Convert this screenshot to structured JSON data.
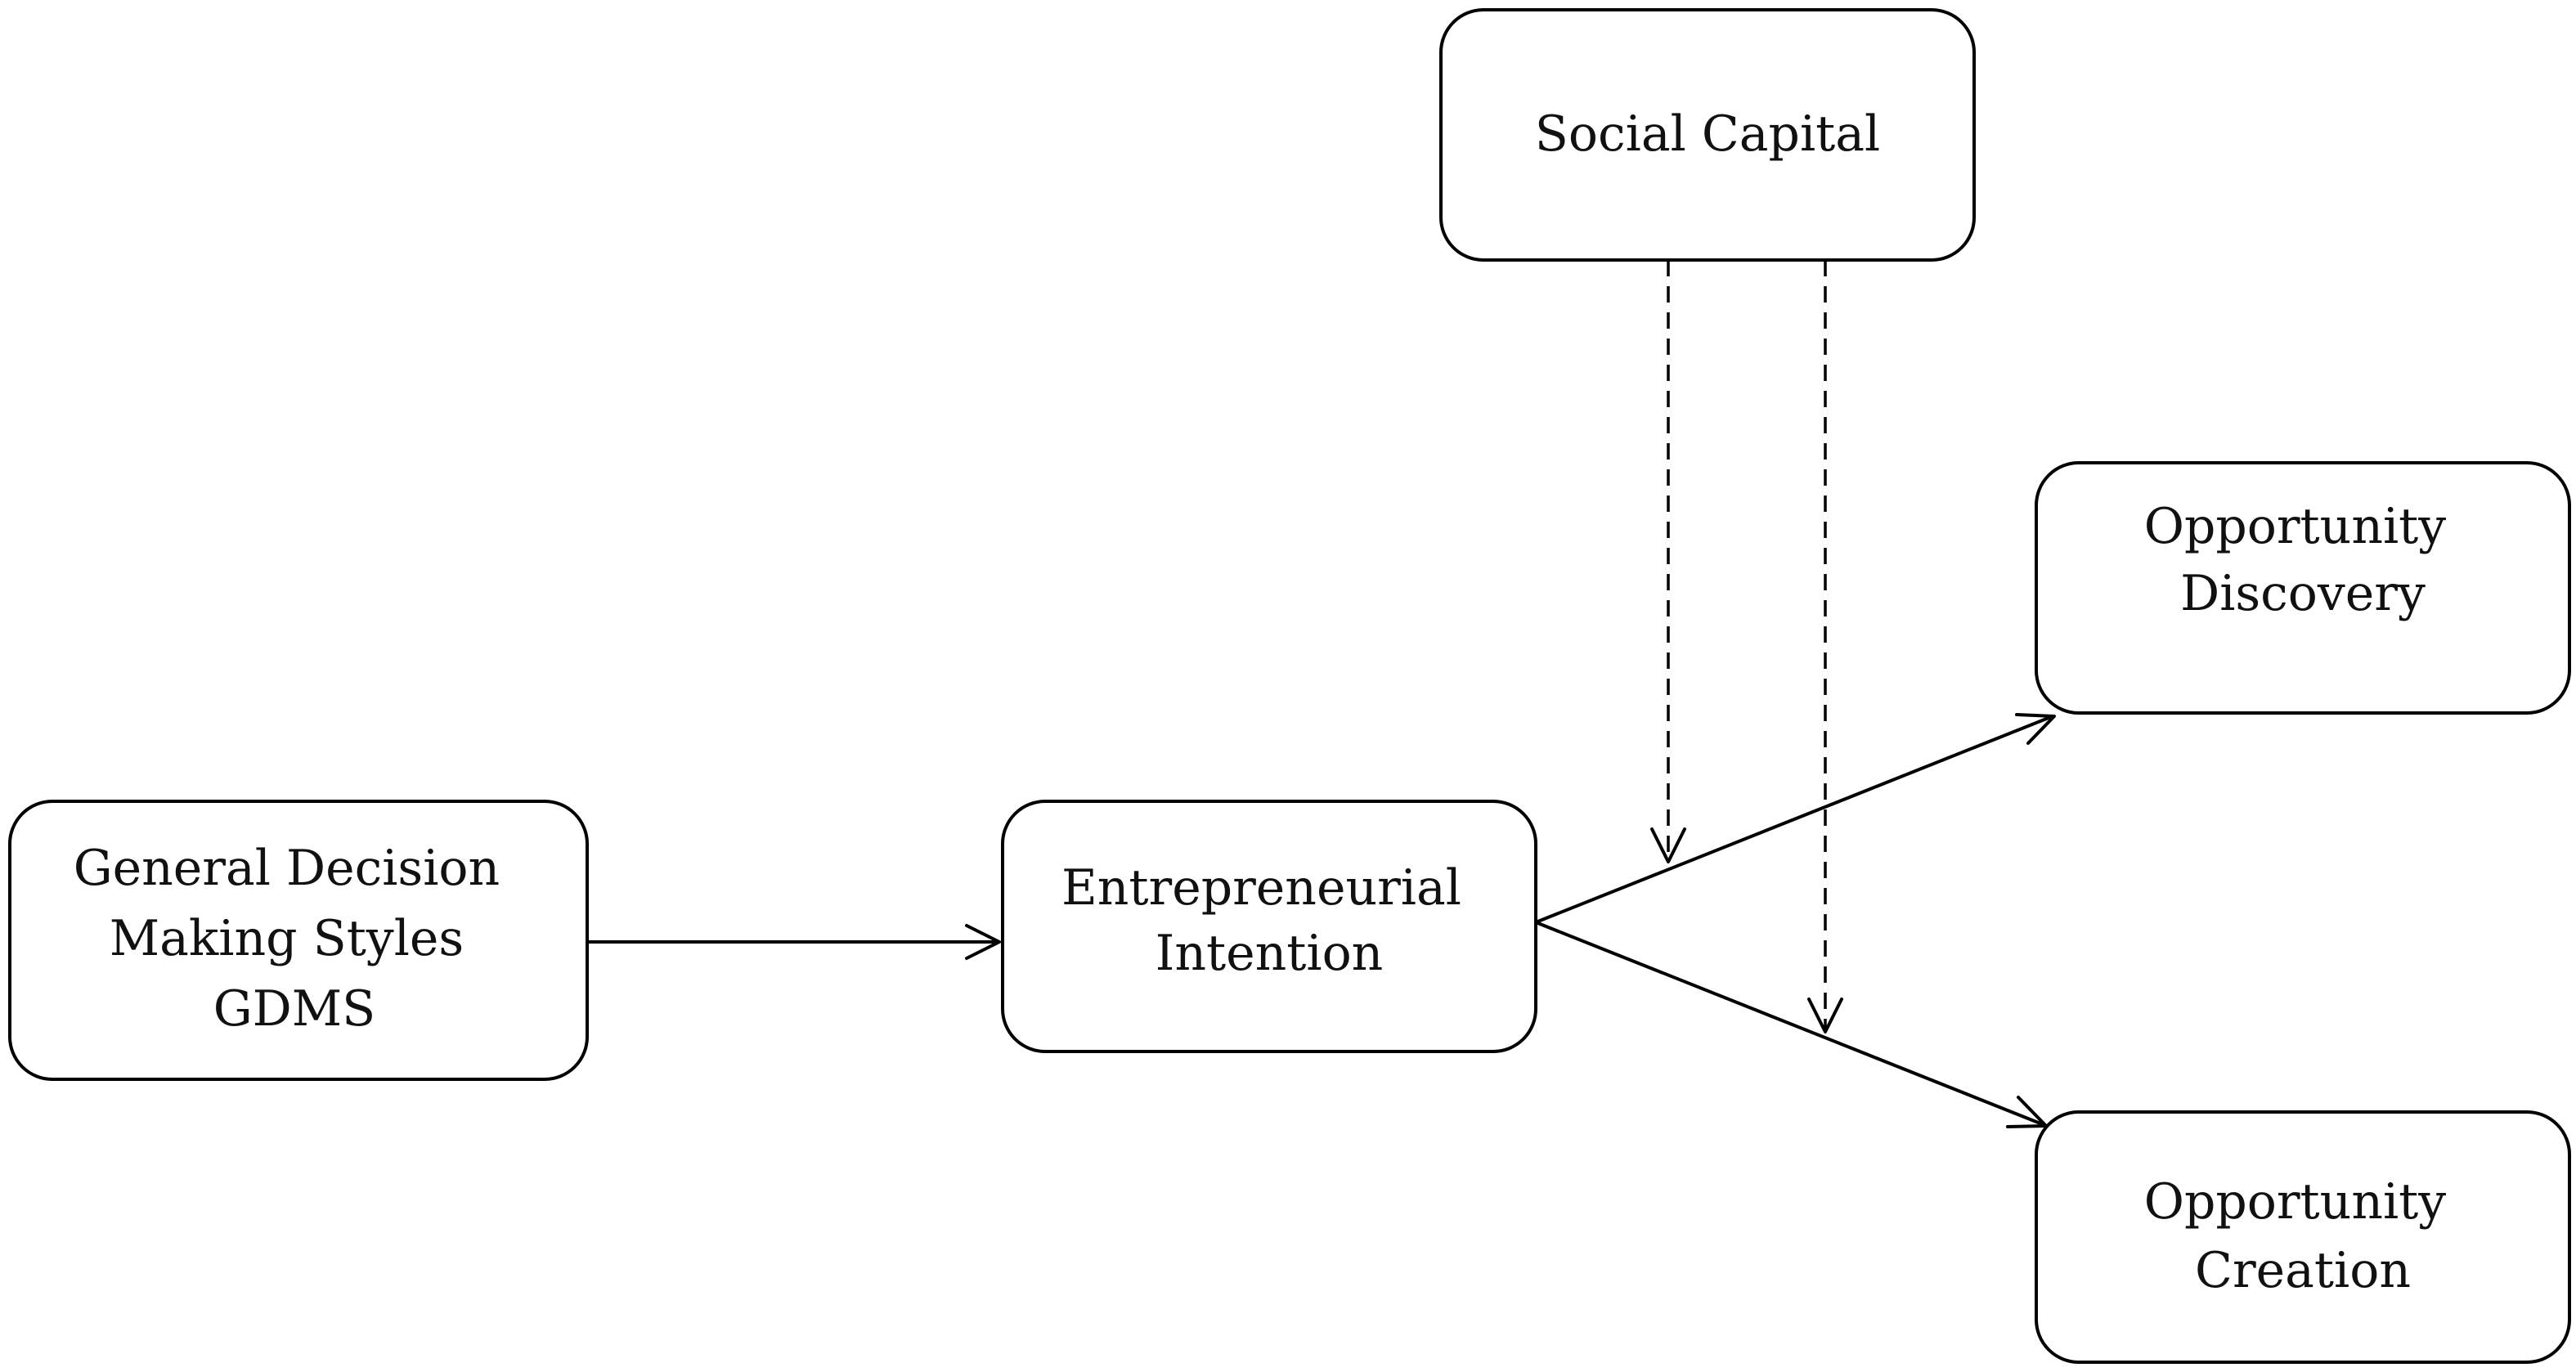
{
  "nodes": {
    "social_capital": {
      "lines": [
        "Social Capital"
      ]
    },
    "gdms": {
      "lines": [
        "General Decision",
        "Making Styles",
        "GDMS"
      ]
    },
    "entrepreneurial_intention": {
      "lines": [
        "Entrepreneurial",
        "Intention"
      ]
    },
    "opportunity_discovery": {
      "lines": [
        "Opportunity",
        "Discovery"
      ]
    },
    "opportunity_creation": {
      "lines": [
        "Opportunity",
        "Creation"
      ]
    }
  },
  "edges": [
    {
      "from": "gdms",
      "to": "entrepreneurial_intention",
      "style": "solid"
    },
    {
      "from": "entrepreneurial_intention",
      "to": "opportunity_discovery",
      "style": "solid"
    },
    {
      "from": "entrepreneurial_intention",
      "to": "opportunity_creation",
      "style": "solid"
    },
    {
      "from": "social_capital",
      "to": "entrepreneurial_intention->opportunity_discovery",
      "style": "dashed"
    },
    {
      "from": "social_capital",
      "to": "entrepreneurial_intention->opportunity_creation",
      "style": "dashed"
    }
  ],
  "colors": {
    "stroke": "#000000",
    "text": "#111111",
    "background": "#ffffff"
  }
}
